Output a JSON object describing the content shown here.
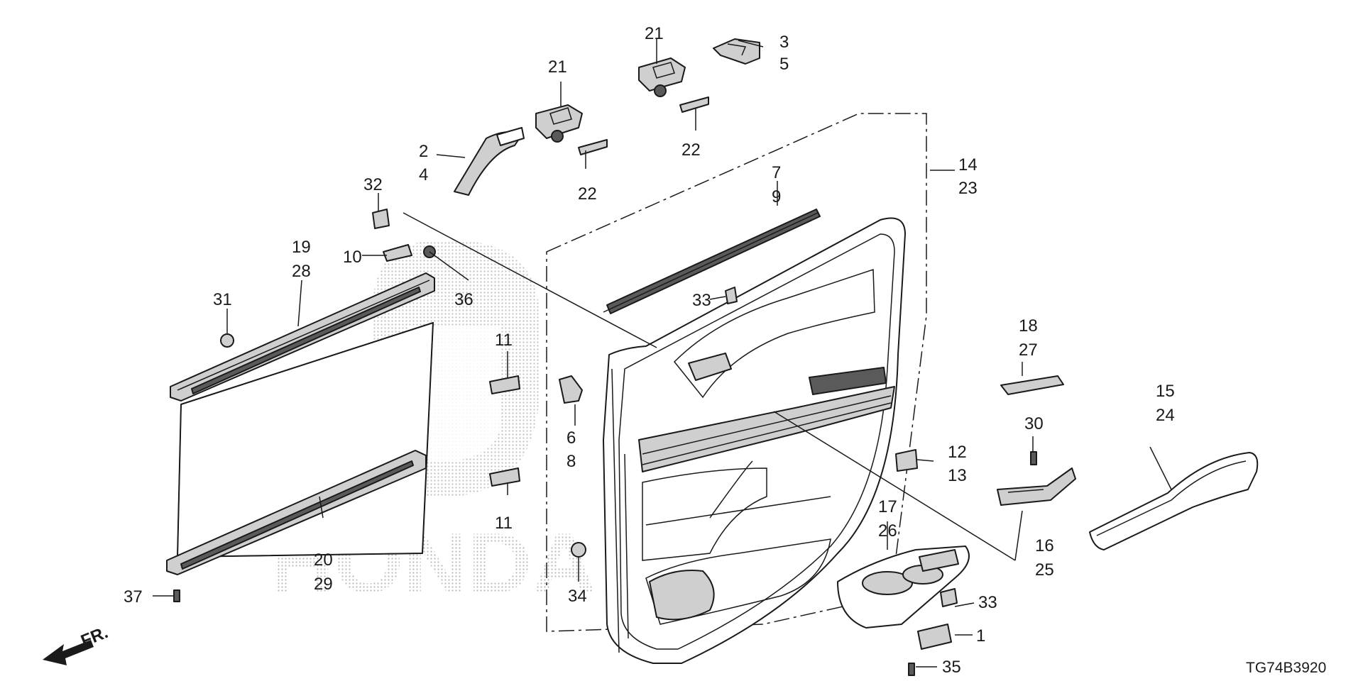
{
  "diagram": {
    "drawing_code": "TG74B3920",
    "direction_label": "FR.",
    "watermark": {
      "visible": true,
      "brand_text": "HONDA"
    },
    "callouts": {
      "c_1": "1",
      "c_2": "2",
      "c_3": "3",
      "c_4": "4",
      "c_5": "5",
      "c_6": "6",
      "c_7": "7",
      "c_8": "8",
      "c_9": "9",
      "c_10": "10",
      "c_11a": "11",
      "c_11b": "11",
      "c_12": "12",
      "c_13": "13",
      "c_14": "14",
      "c_15": "15",
      "c_16": "16",
      "c_17": "17",
      "c_18": "18",
      "c_19": "19",
      "c_20": "20",
      "c_21a": "21",
      "c_21b": "21",
      "c_22a": "22",
      "c_22b": "22",
      "c_23": "23",
      "c_24": "24",
      "c_25": "25",
      "c_26": "26",
      "c_27": "27",
      "c_28": "28",
      "c_29": "29",
      "c_30": "30",
      "c_31": "31",
      "c_32": "32",
      "c_33a": "33",
      "c_33b": "33",
      "c_34": "34",
      "c_35": "35",
      "c_36": "36",
      "c_37": "37"
    }
  }
}
